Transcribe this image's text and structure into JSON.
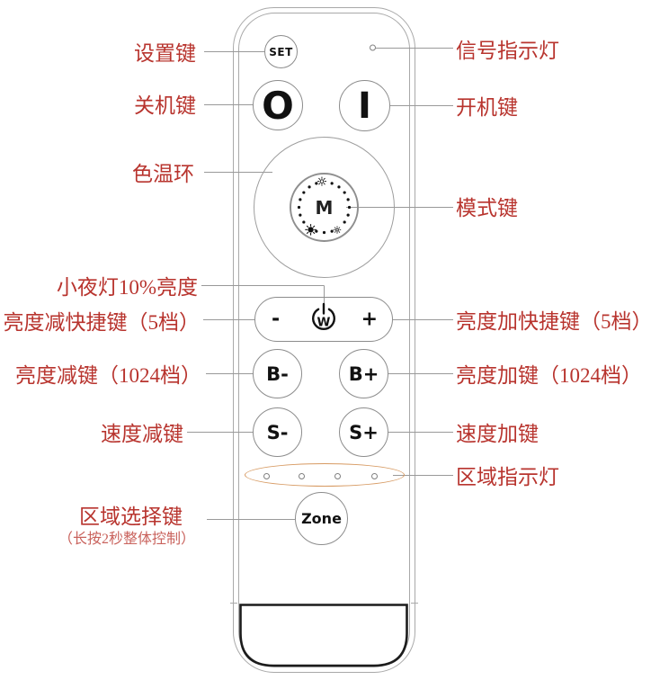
{
  "colors": {
    "label_red": "#b8342e",
    "sub_label_red": "#c9625c",
    "ellipse_orange": "#d79a62",
    "leader_gray": "#999999",
    "body_outline_gray": "#a9a9a9",
    "battery_cover_black": "#1c1c1c",
    "button_stroke_gray": "#8c8c8c"
  },
  "left_labels": [
    {
      "label": "设置键"
    },
    {
      "label": "关机键"
    },
    {
      "label": "色温环"
    },
    {
      "label": "小夜灯10%亮度"
    },
    {
      "label": "亮度减快捷键（5档）"
    },
    {
      "label": "亮度减键（1024档）"
    },
    {
      "label": "速度减键"
    },
    {
      "label": "区域选择键",
      "sub": "（长按2秒整体控制）"
    }
  ],
  "right_labels": [
    {
      "label": "信号指示灯"
    },
    {
      "label": "开机键"
    },
    {
      "label": "模式键"
    },
    {
      "label": "亮度加快捷键（5档）"
    },
    {
      "label": "亮度加键（1024档）"
    },
    {
      "label": "速度加键"
    },
    {
      "label": "区域指示灯"
    }
  ],
  "remote": {
    "set_label": "SET",
    "power_off_label": "O",
    "power_on_label": "I",
    "mode_label": "M",
    "minus_label": "-",
    "plus_label": "+",
    "power_w_label": "W",
    "brightness_minus_label": "B-",
    "brightness_plus_label": "B+",
    "speed_minus_label": "S-",
    "speed_plus_label": "S+",
    "zone_label": "Zone",
    "zone_led_count": 4
  }
}
